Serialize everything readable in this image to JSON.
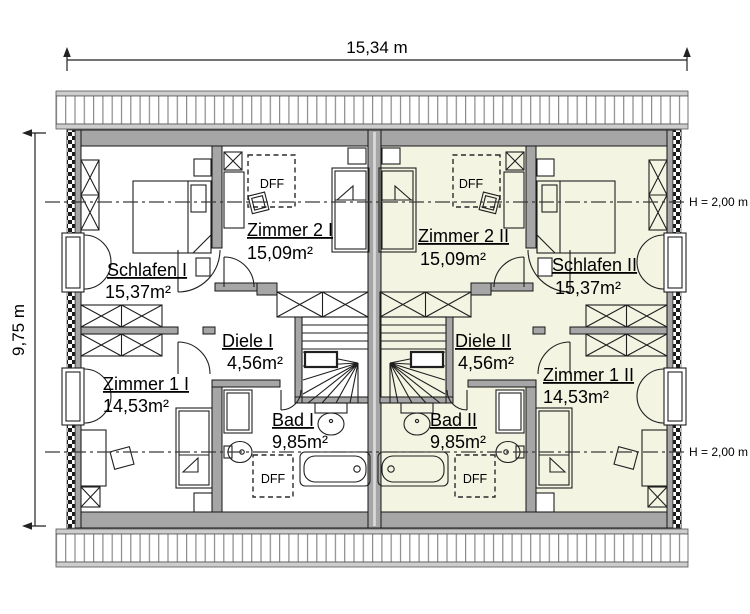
{
  "plan": {
    "dimension_width": "15,34 m",
    "dimension_height": "9,75 m",
    "height_marker_upper": "H = 2,00 m",
    "height_marker_lower": "H = 2,00 m",
    "skylight_label": "DFF"
  },
  "units": [
    {
      "name": "unit-1",
      "rooms": [
        {
          "name": "Schlafen I",
          "area": "15,37m²"
        },
        {
          "name": "Zimmer 2 I",
          "area": "15,09m²"
        },
        {
          "name": "Zimmer 1 I",
          "area": "14,53m²"
        },
        {
          "name": "Diele I",
          "area": "4,56m²"
        },
        {
          "name": "Bad I",
          "area": "9,85m²"
        }
      ]
    },
    {
      "name": "unit-2",
      "rooms": [
        {
          "name": "Zimmer 2 II",
          "area": "15,09m²"
        },
        {
          "name": "Schlafen II",
          "area": "15,37m²"
        },
        {
          "name": "Diele II",
          "area": "4,56m²"
        },
        {
          "name": "Zimmer 1 II",
          "area": "14,53m²"
        },
        {
          "name": "Bad II",
          "area": "9,85m²"
        }
      ]
    }
  ],
  "colors": {
    "background": "#ffffff",
    "wall_gray": "#a6a6a6",
    "unit2_floor_tint": "#f3f4e2",
    "line_black": "#1a1a1a"
  }
}
